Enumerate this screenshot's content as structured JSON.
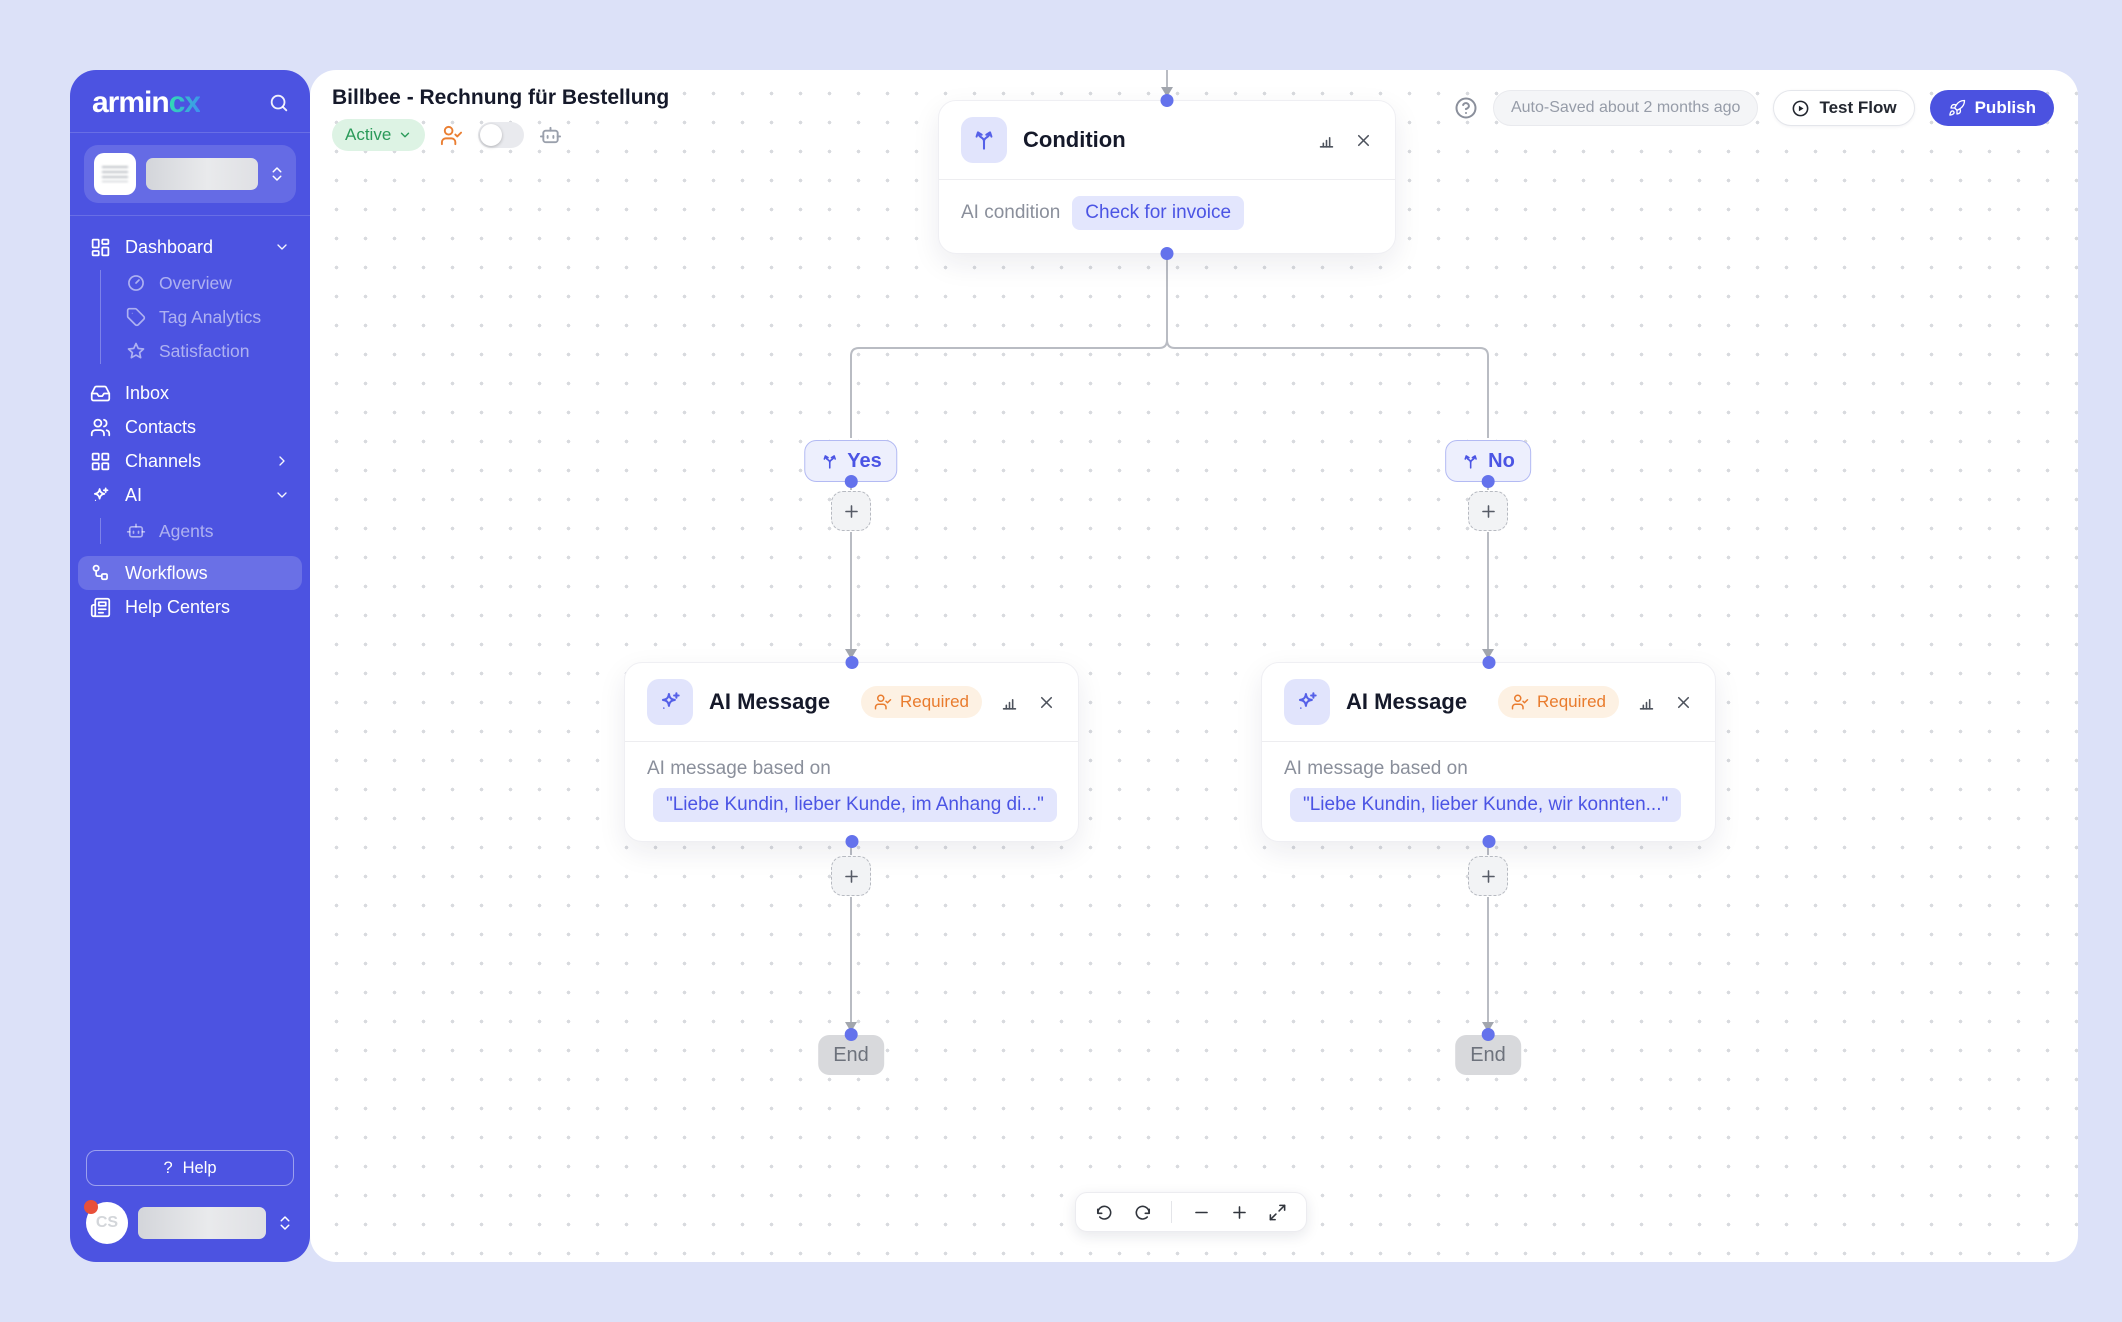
{
  "sidebar": {
    "brand": "armin",
    "brand_suffix": "cx",
    "nav": [
      {
        "label": "Dashboard"
      },
      {
        "label": "Overview"
      },
      {
        "label": "Tag Analytics"
      },
      {
        "label": "Satisfaction"
      },
      {
        "label": "Inbox"
      },
      {
        "label": "Contacts"
      },
      {
        "label": "Channels"
      },
      {
        "label": "AI"
      },
      {
        "label": "Agents"
      },
      {
        "label": "Workflows"
      },
      {
        "label": "Help Centers"
      }
    ],
    "help_icon": "?",
    "help_label": "Help",
    "user": {
      "initials": "CS"
    }
  },
  "header": {
    "title": "Billbee - Rechnung für Bestellung",
    "status_label": "Active",
    "autosave_label": "Auto-Saved about 2 months ago",
    "test_flow_label": "Test Flow",
    "publish_label": "Publish"
  },
  "flow": {
    "condition": {
      "title": "Condition",
      "field_label": "AI condition",
      "field_value": "Check for invoice"
    },
    "branches": {
      "yes": "Yes",
      "no": "No"
    },
    "messages": [
      {
        "title": "AI Message",
        "badge": "Required",
        "field_label": "AI message based on",
        "field_value": "\"Liebe Kundin, lieber Kunde, im Anhang di...\""
      },
      {
        "title": "AI Message",
        "badge": "Required",
        "field_label": "AI message based on",
        "field_value": "\"Liebe Kundin, lieber Kunde, wir konnten...\""
      }
    ],
    "end_label": "End"
  },
  "colors": {
    "sidebar": "#4c53e1",
    "accent": "#4b54e4",
    "status_green": "#2a9a59",
    "required_orange": "#e97b2d",
    "connector_dot": "#6472ec"
  }
}
